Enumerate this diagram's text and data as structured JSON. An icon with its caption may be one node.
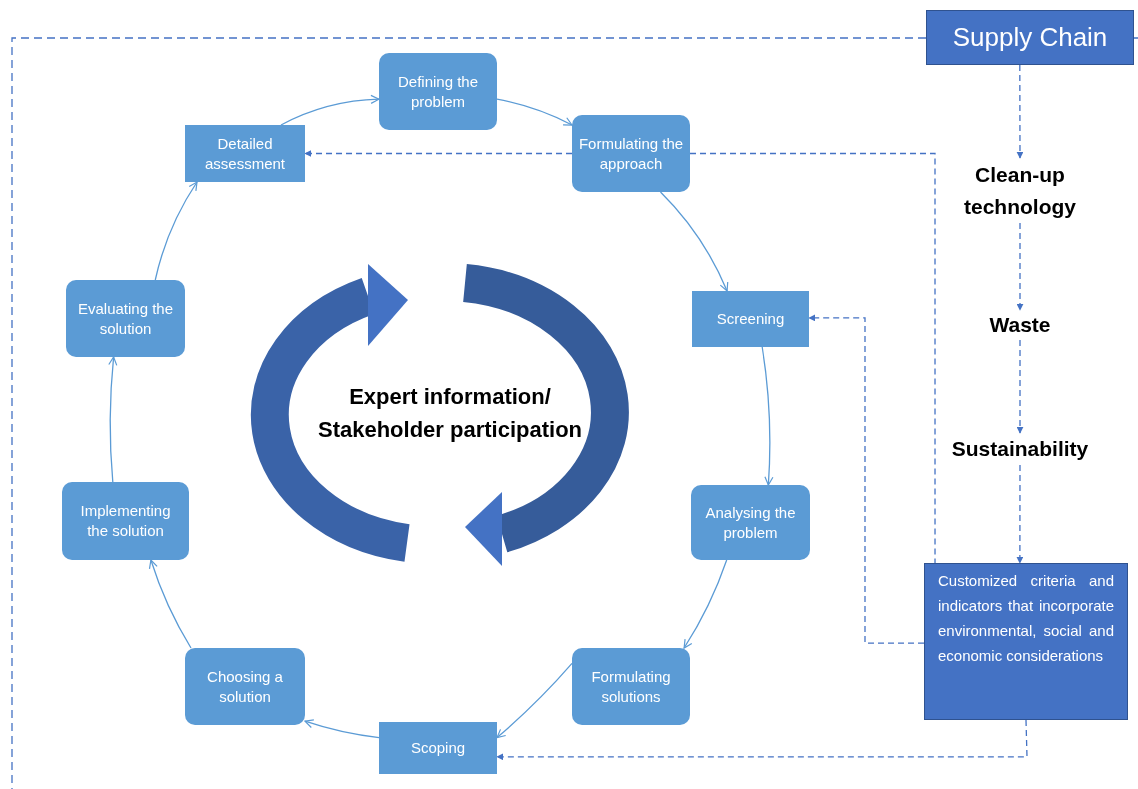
{
  "diagram": {
    "nodes": [
      {
        "text": [
          "Defining the problem"
        ]
      },
      {
        "text": [
          "Formulating the approach"
        ]
      },
      {
        "text": [
          "Detailed assessment"
        ]
      },
      {
        "text": [
          "Screening"
        ]
      },
      {
        "text": [
          "Evaluating the solution"
        ]
      },
      {
        "text": [
          "Analysing the problem"
        ]
      },
      {
        "text": [
          "Implementing the solution"
        ]
      },
      {
        "text": [
          "Choosing a solution"
        ]
      },
      {
        "text": [
          "Formulating solutions"
        ]
      },
      {
        "text": [
          "Scoping"
        ]
      },
      {
        "text": [
          "Supply Chain"
        ]
      },
      {
        "text": [
          "Clean-up technology"
        ]
      },
      {
        "text": [
          "Waste"
        ]
      },
      {
        "text": [
          "Sustainability"
        ]
      },
      {
        "text": [
          "Customized criteria and indicators that incorporate environmental, social and economic considerations"
        ]
      }
    ],
    "edges": [
      {
        "from": 2,
        "to": 0,
        "arrow": "to"
      },
      {
        "from": 0,
        "to": 1,
        "arrow": "to"
      },
      {
        "from": 1,
        "to": 3,
        "arrow": "to"
      },
      {
        "from": 3,
        "to": 5,
        "arrow": "to"
      },
      {
        "from": 5,
        "to": 8,
        "arrow": "to"
      },
      {
        "from": 8,
        "to": 9,
        "arrow": "to"
      },
      {
        "from": 9,
        "to": 7,
        "arrow": "to"
      },
      {
        "from": 7,
        "to": 6,
        "arrow": "to"
      },
      {
        "from": 6,
        "to": 4,
        "arrow": "to"
      },
      {
        "from": 4,
        "to": 2,
        "arrow": "to"
      },
      {
        "from": 1,
        "to": 2,
        "arrow": "to",
        "style": "dashed",
        "color": "#4472c4"
      },
      {
        "from": 1,
        "to": 14,
        "arrow": "none",
        "style": "dashed",
        "color": "#4472c4"
      },
      {
        "from": 14,
        "to": 3,
        "arrow": "to",
        "style": "dashed",
        "color": "#4472c4"
      },
      {
        "from": 14,
        "to": 9,
        "arrow": "to",
        "style": "dashed",
        "color": "#4472c4"
      },
      {
        "from": 10,
        "to": 11,
        "arrow": "to",
        "style": "dashed",
        "color": "#4472c4"
      },
      {
        "from": 11,
        "to": 12,
        "arrow": "to",
        "style": "dashed",
        "color": "#4472c4"
      },
      {
        "from": 12,
        "to": 13,
        "arrow": "to",
        "style": "dashed",
        "color": "#4472c4"
      },
      {
        "from": 13,
        "to": 14,
        "arrow": "to",
        "style": "dashed",
        "color": "#4472c4"
      }
    ],
    "labels": [
      "Expert information/ Stakeholder participation"
    ]
  }
}
